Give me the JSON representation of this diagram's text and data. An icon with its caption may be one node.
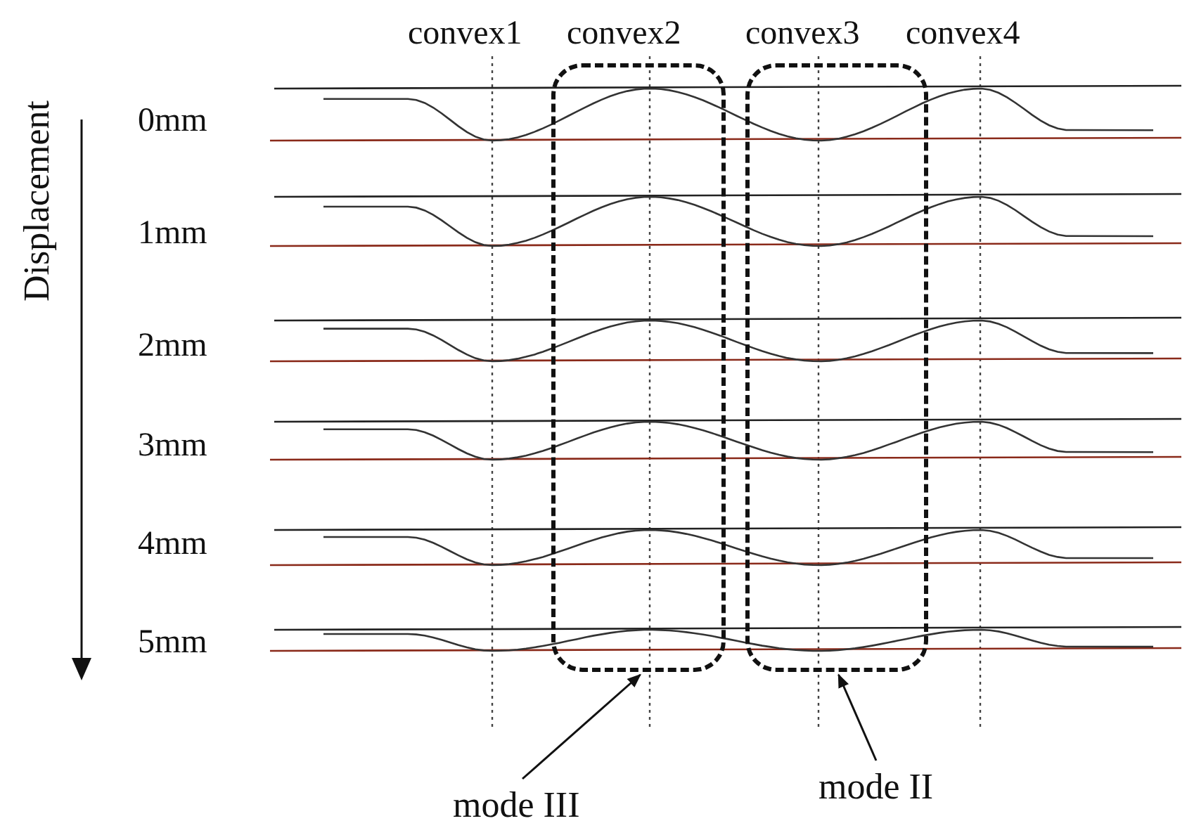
{
  "diagram": {
    "nodes": [
      {
        "text": [],
        "shape": "box"
      },
      {
        "text": [],
        "shape": "box"
      },
      {
        "text": [
          "mode III"
        ]
      },
      {
        "text": [
          "mode II"
        ]
      }
    ],
    "edges": [
      {
        "from": 2,
        "to": 0,
        "arrow": "to"
      },
      {
        "from": 3,
        "to": 1,
        "arrow": "to"
      }
    ],
    "labels": [
      "convex1",
      "convex2",
      "convex3",
      "convex4",
      "Displacement",
      "0mm",
      "1mm",
      "2mm",
      "3mm",
      "4mm",
      "5mm"
    ]
  }
}
